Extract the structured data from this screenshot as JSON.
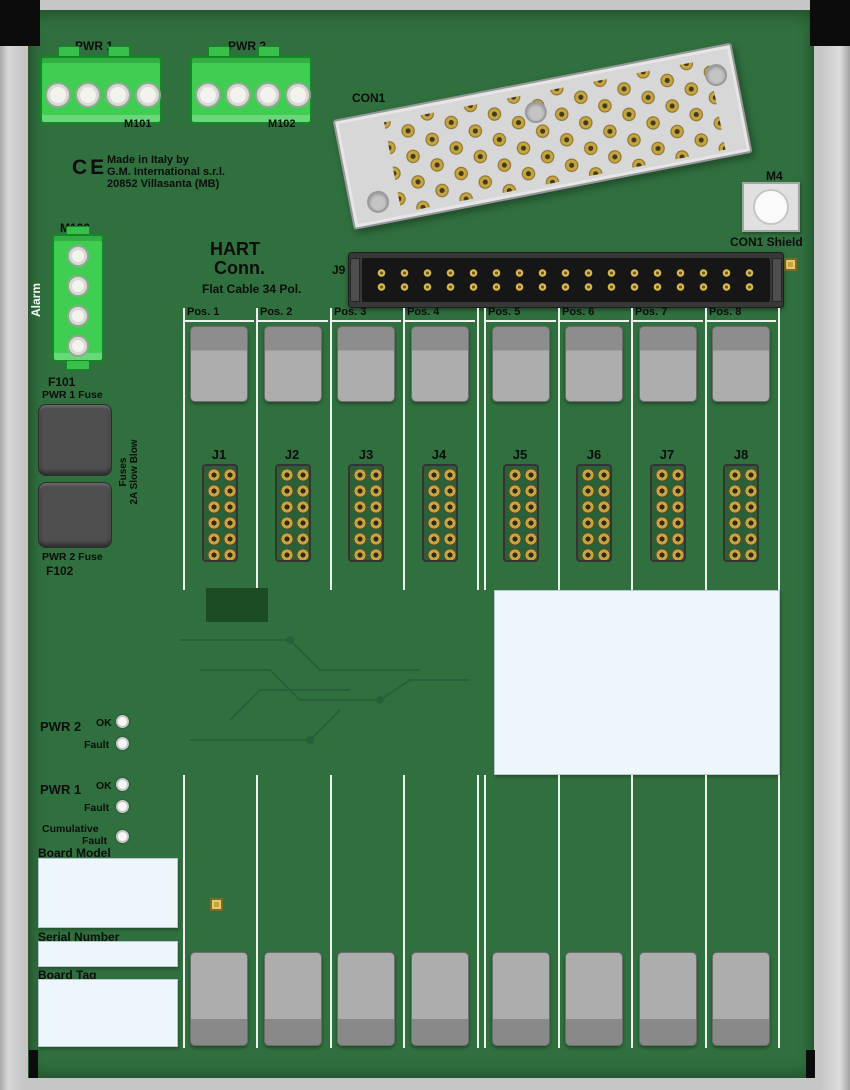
{
  "board": {
    "manufacturer_line1": "Made in Italy by",
    "manufacturer_line2": "G.M. International s.r.l.",
    "manufacturer_line3": "20852 Villasanta (MB)",
    "ce_mark": "CE"
  },
  "power": {
    "pwr1_label": "PWR 1",
    "pwr1_ref": "M101",
    "pwr2_label": "PWR 2",
    "pwr2_ref": "M102"
  },
  "alarm": {
    "label": "Alarm",
    "ref": "M100"
  },
  "con1": {
    "label": "CON1",
    "shield_label": "CON1 Shield",
    "shield_ref": "M4"
  },
  "hart": {
    "line1": "HART",
    "line2": "Conn.",
    "line3": "Flat Cable 34 Pol.",
    "ref": "J9"
  },
  "fuses": {
    "f101_ref": "F101",
    "f101_label": "PWR 1 Fuse",
    "note_line1": "Fuses",
    "note_line2": "2A Slow Blow",
    "f102_label": "PWR 2 Fuse",
    "f102_ref": "F102"
  },
  "positions": [
    "Pos. 1",
    "Pos. 2",
    "Pos. 3",
    "Pos. 4",
    "Pos. 5",
    "Pos. 6",
    "Pos. 7",
    "Pos. 8"
  ],
  "headers": [
    "J1",
    "J2",
    "J3",
    "J4",
    "J5",
    "J6",
    "J7",
    "J8"
  ],
  "status": {
    "pwr2": "PWR 2",
    "pwr1": "PWR 1",
    "ok": "OK",
    "fault": "Fault",
    "cumulative": "Cumulative"
  },
  "id_fields": {
    "board_model": "Board Model",
    "serial_number": "Serial Number",
    "board_tag": "Board Tag"
  },
  "colors": {
    "pcb_green": "#30703f",
    "connector_green": "#3fce52",
    "pin_gold": "#c9a33f",
    "frame_gray": "#c6c6c6",
    "label_box_white": "#edf6fa"
  }
}
